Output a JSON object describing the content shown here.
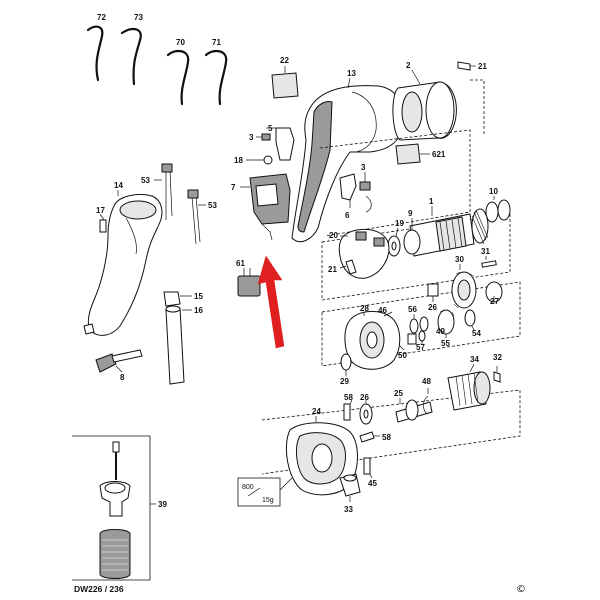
{
  "parts": {
    "p72": "72",
    "p73": "73",
    "p70": "70",
    "p71": "71",
    "p22": "22",
    "p13": "13",
    "p2": "2",
    "p21": "21",
    "p5": "5",
    "p3a": "3",
    "p18": "18",
    "p621": "621",
    "p3b": "3",
    "p7": "7",
    "p53a": "53",
    "p53b": "53",
    "p14": "14",
    "p17": "17",
    "p10": "10",
    "p1": "1",
    "p9": "9",
    "p6": "6",
    "p20": "20",
    "p19": "19",
    "p21b": "21",
    "p61": "61",
    "p31": "31",
    "p30": "30",
    "p15": "15",
    "p16": "16",
    "p27": "27",
    "p28": "28",
    "p46": "46",
    "p26b": "26",
    "p56": "56",
    "p54": "54",
    "p8": "8",
    "p57": "57",
    "p55": "55",
    "p50": "50",
    "p49": "49",
    "p34": "34",
    "p32": "32",
    "p29": "29",
    "p25": "25",
    "p48": "48",
    "p58a": "58",
    "p26": "26",
    "p24": "24",
    "p58b": "58",
    "p39": "39",
    "p45": "45",
    "p33": "33"
  },
  "grease_label": "800",
  "grease_weight": "15g",
  "model_label": "DW226 / 236",
  "copyright": "©"
}
